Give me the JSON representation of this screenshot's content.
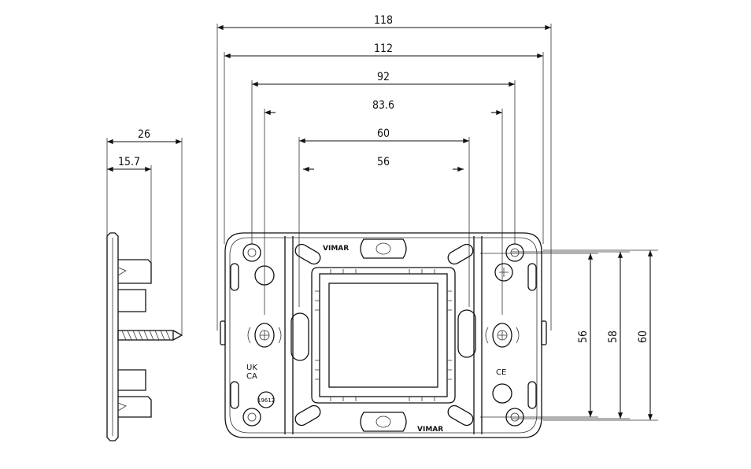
{
  "dimensions": {
    "d118": "118",
    "d112": "112",
    "d92": "92",
    "d83_6": "83.6",
    "d60_h": "60",
    "d56_h": "56",
    "d26": "26",
    "d15_7": "15.7",
    "d56_v": "56",
    "d58_v": "58",
    "d60_v": "60"
  },
  "markings": {
    "brand_top": "VIMAR",
    "brand_bottom": "VIMAR",
    "uk_mark": "UK",
    "uk_mark_sub": "CA",
    "ce_mark": "CE",
    "standard_badge": "19612"
  }
}
